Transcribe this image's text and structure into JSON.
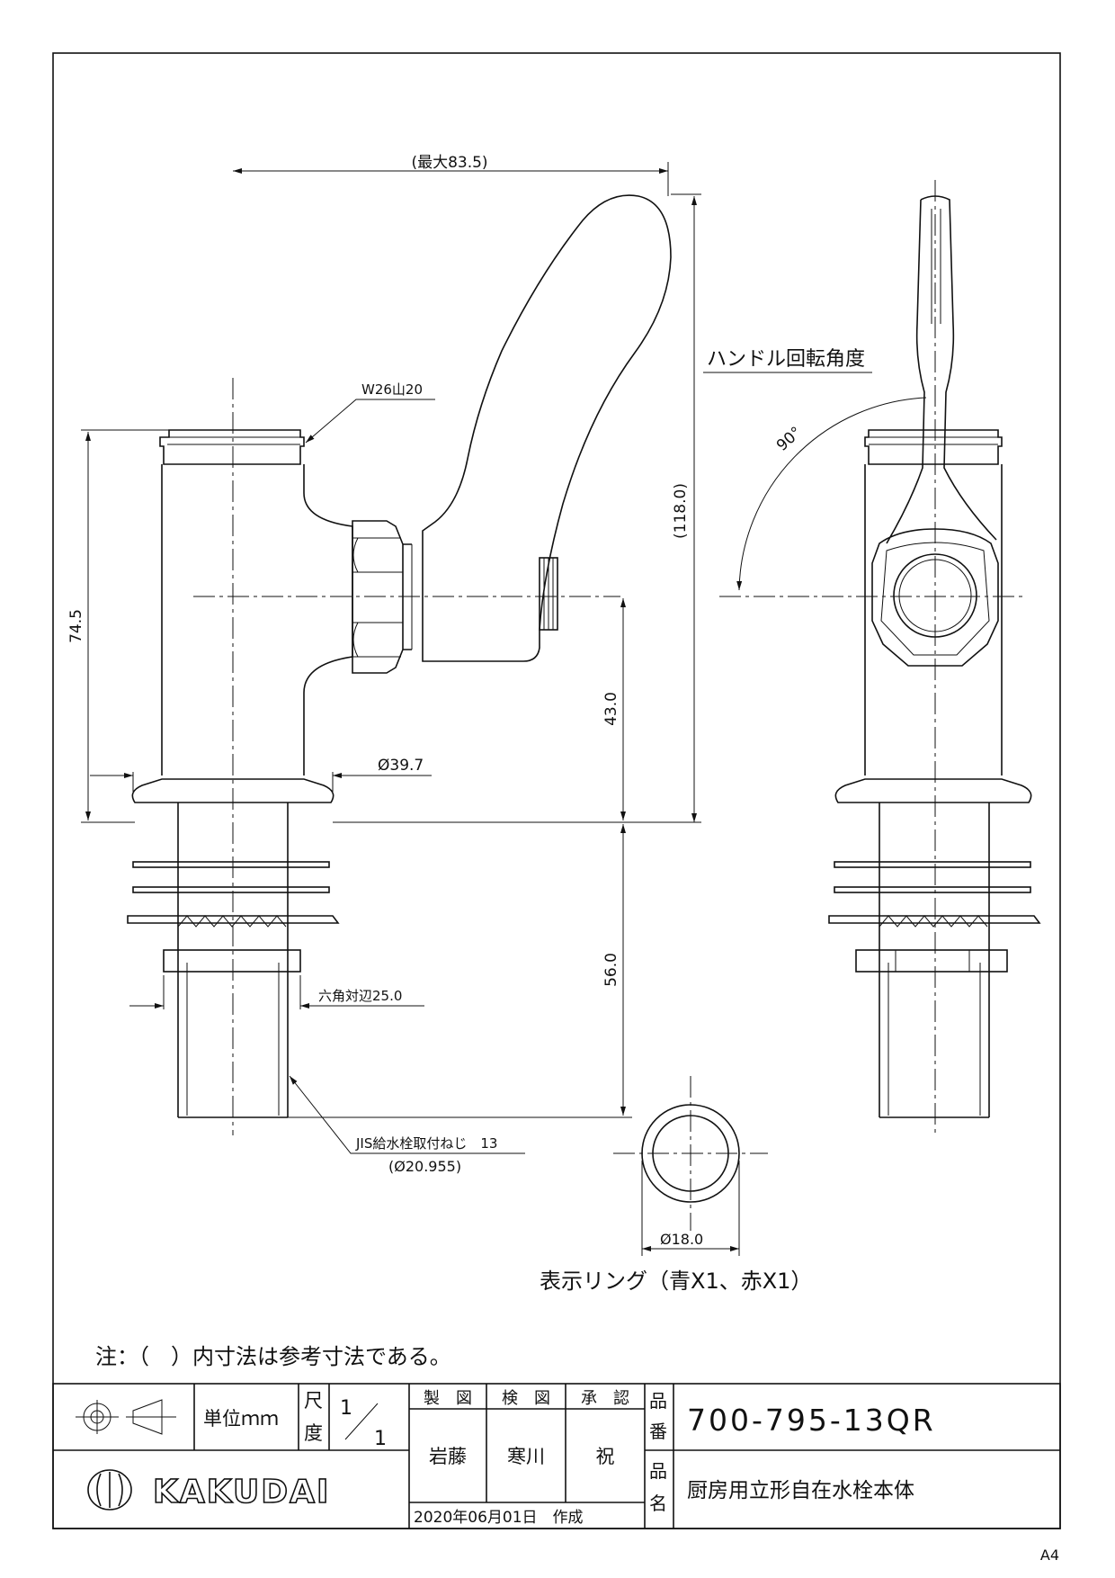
{
  "dimensions": {
    "max_reach": "(最大83.5)",
    "thread_w": "W26山20",
    "handle_rotation": "ハンドル回転角度",
    "angle": "90°",
    "total_height": "(118.0)",
    "body_height": "74.5",
    "center_height": "43.0",
    "flange_dia": "Ø39.7",
    "shank_length": "56.0",
    "hex_size": "六角対辺25.0",
    "jis_thread": "JIS給水栓取付ねじ　13",
    "jis_dia": "(Ø20.955)",
    "ring_dia": "Ø18.0",
    "ring_label": "表示リング（青X1、赤X1）"
  },
  "note": "注：（　）内寸法は参考寸法である。",
  "title_block": {
    "unit": "単位ｍｍ",
    "scale_label_1": "尺",
    "scale_label_2": "度",
    "scale_num": "1",
    "scale_den": "1",
    "drawn_label": "製　図",
    "checked_label": "検　図",
    "approved_label": "承　認",
    "drawn_by": "岩藤",
    "checked_by": "寒川",
    "approved_by": "祝",
    "part_no_label_1": "品",
    "part_no_label_2": "番",
    "part_no": "700-795-13QR",
    "name_label_1": "品",
    "name_label_2": "名",
    "product_name": "厨房用立形自在水栓本体",
    "date": "2020年06月01日　作成",
    "company": "KAKUDAI"
  },
  "paper_size": "A4"
}
